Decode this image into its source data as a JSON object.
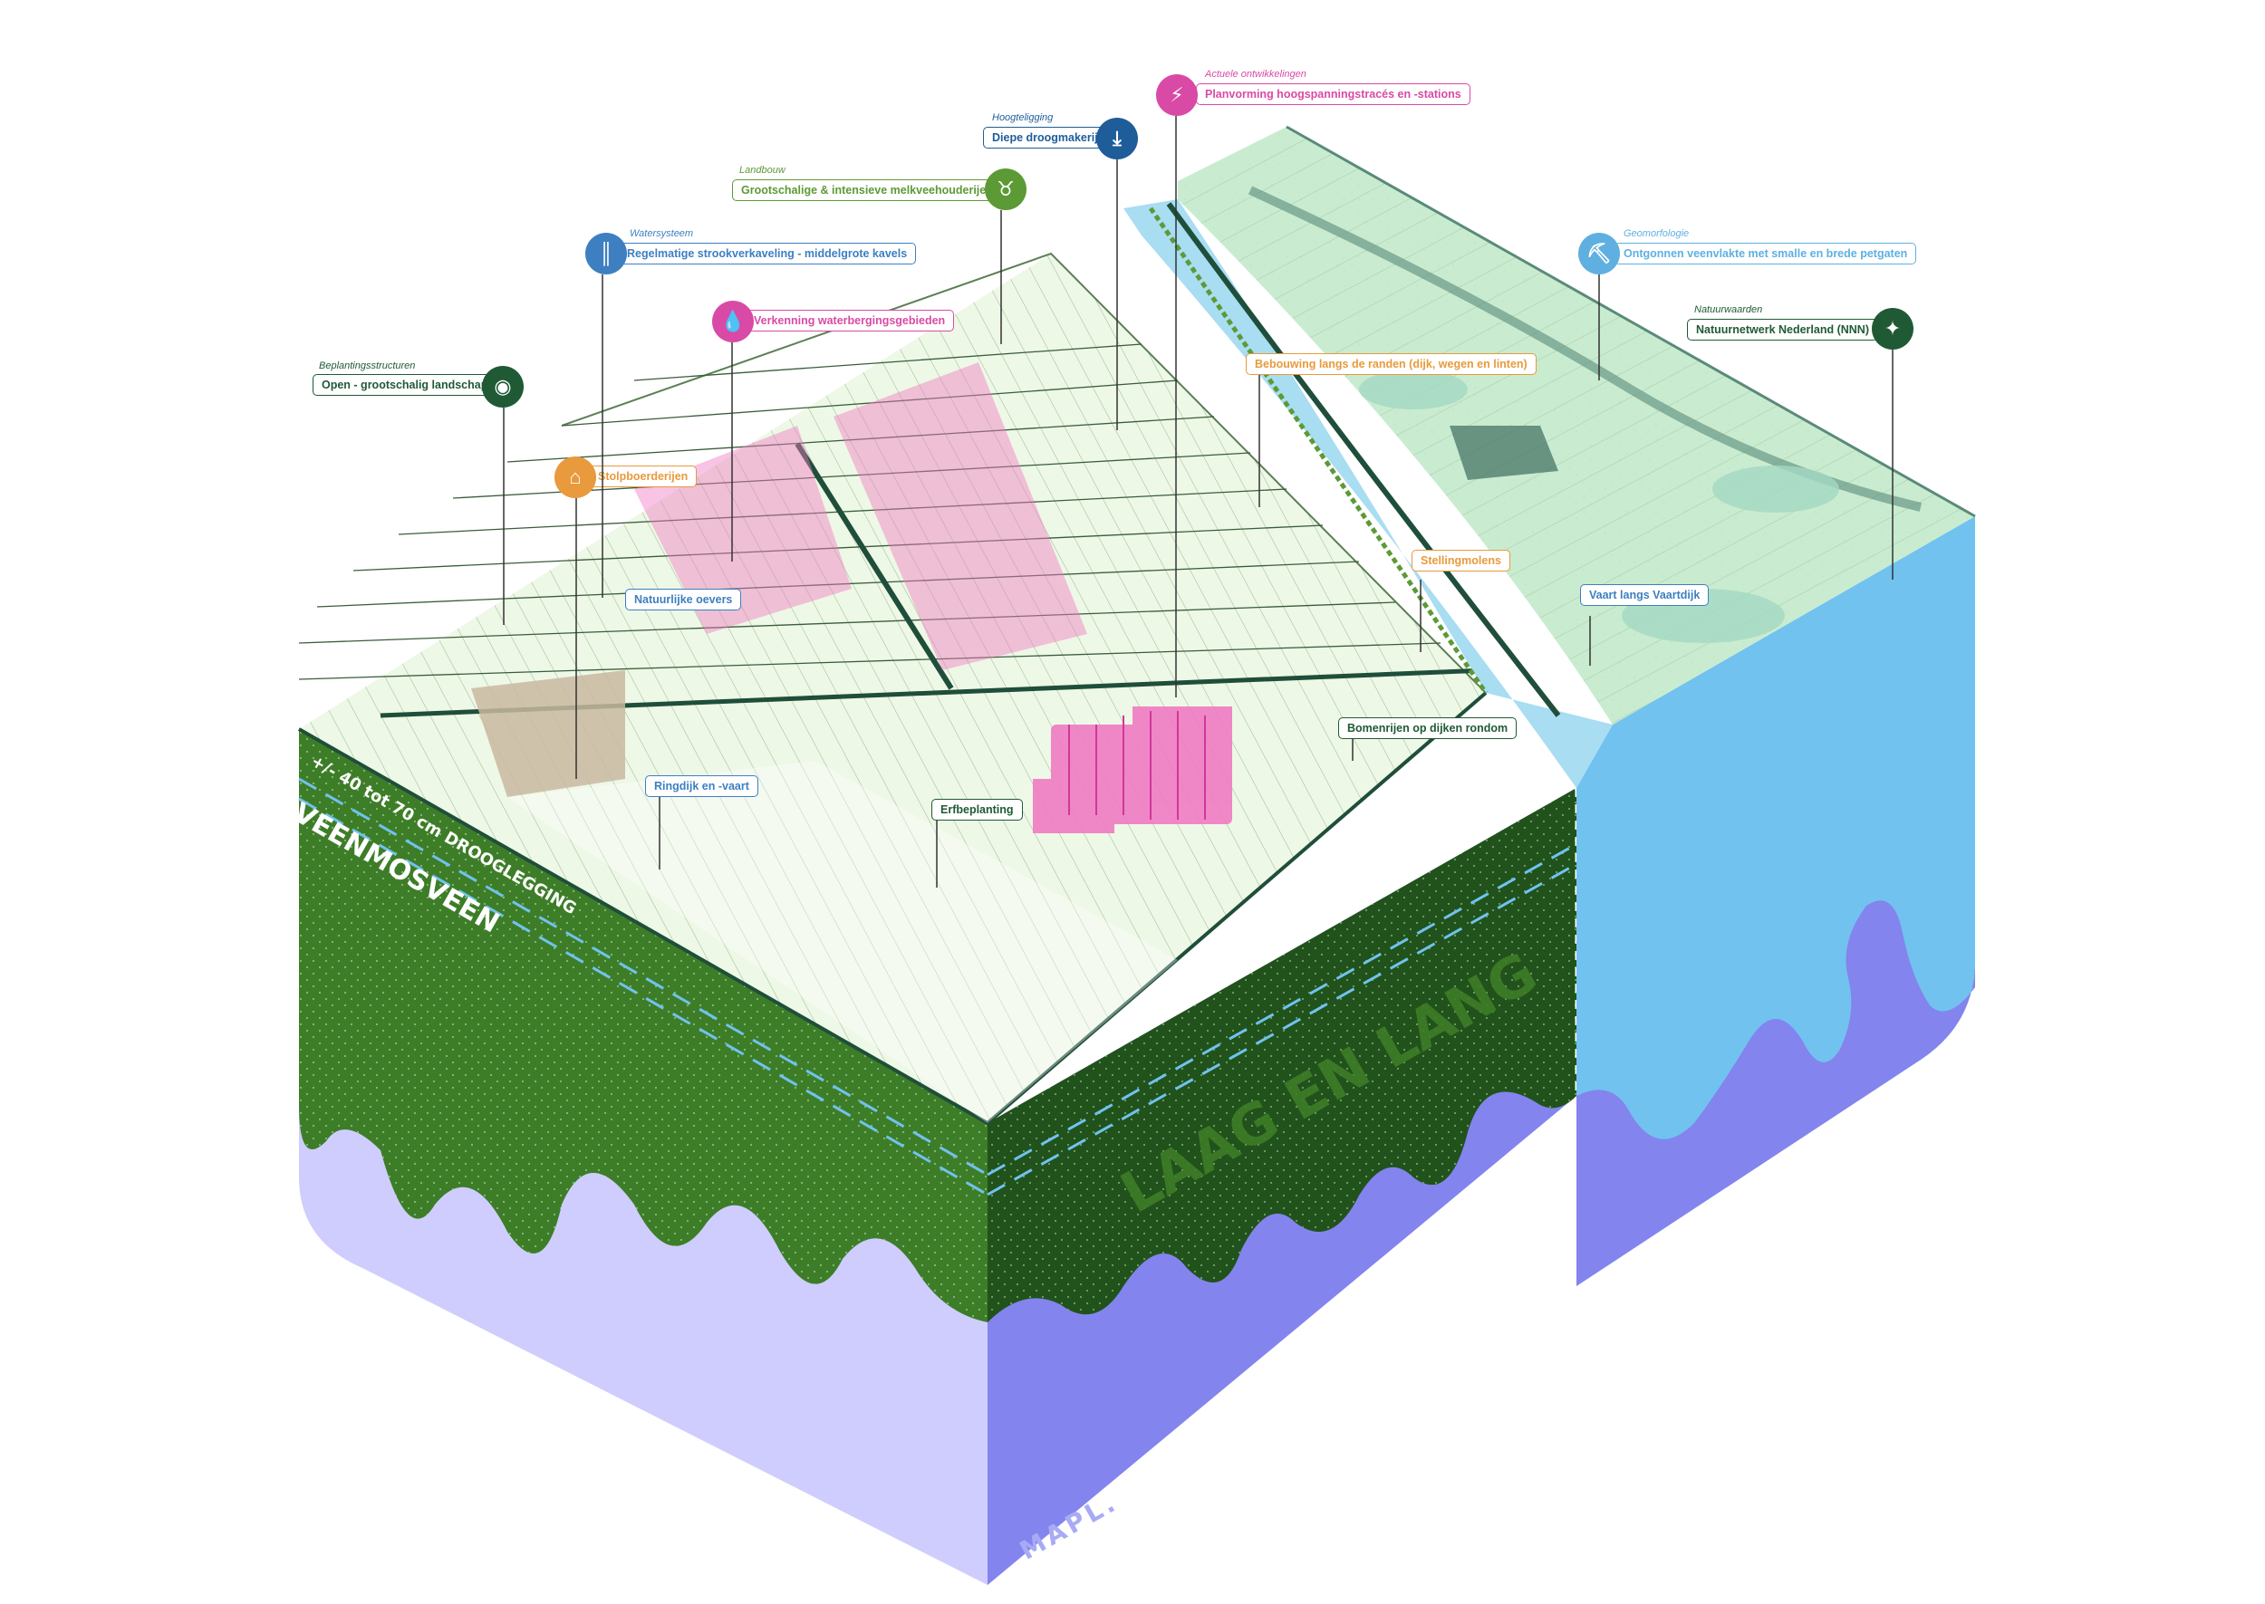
{
  "labels": [
    {
      "id": "beplanting",
      "category": "Beplantingsstructuren",
      "text": "Open - grootschalig landschap",
      "color": "#1f5a35",
      "icon": "eye-icon"
    },
    {
      "id": "watersysteem",
      "category": "Watersysteem",
      "text": "Regelmatige strookverkaveling - middelgrote kavels",
      "color": "#3d7fc1",
      "icon": "strip-parcels-icon"
    },
    {
      "id": "waterberging",
      "category": "",
      "text": "Verkenning waterbergingsgebieden",
      "color": "#d94aa6",
      "icon": "water-drop-icon"
    },
    {
      "id": "landbouw",
      "category": "Landbouw",
      "text": "Grootschalige & intensieve melkveehouderijen",
      "color": "#5c9a35",
      "icon": "cow-icon"
    },
    {
      "id": "hoogteligging",
      "category": "Hoogteligging",
      "text": "Diepe droogmakerij",
      "color": "#1e5d9a",
      "icon": "polder-depth-icon"
    },
    {
      "id": "ontwikkelingen",
      "category": "Actuele ontwikkelingen",
      "text": "Planvorming hoogspanningstracés en -stations",
      "color": "#d94aa6",
      "icon": "lightning-icon"
    },
    {
      "id": "geomorfologie",
      "category": "Geomorfologie",
      "text": "Ontgonnen veenvlakte met smalle en brede petgaten",
      "color": "#5fb0e0",
      "icon": "spade-icon"
    },
    {
      "id": "natuurwaarden",
      "category": "Natuurwaarden",
      "text": "Natuurnetwerk Nederland (NNN)",
      "color": "#1f5a35",
      "icon": "leaf-star-icon"
    },
    {
      "id": "stolp",
      "category": "",
      "text": "Stolpboerderijen",
      "color": "#e89a3c",
      "icon": "farmhouse-icon"
    }
  ],
  "tags": [
    {
      "id": "natuurlijke-oevers",
      "text": "Natuurlijke oevers",
      "color": "#3d7fc1"
    },
    {
      "id": "bebouwing",
      "text": "Bebouwing langs de randen (dijk, wegen en linten)",
      "color": "#e89a3c"
    },
    {
      "id": "stellingmolens",
      "text": "Stellingmolens",
      "color": "#e89a3c"
    },
    {
      "id": "vaart",
      "text": "Vaart langs Vaartdijk",
      "color": "#3d7fc1"
    },
    {
      "id": "bomenrijen",
      "text": "Bomenrijen op dijken rondom",
      "color": "#1f5a35"
    },
    {
      "id": "ringdijk",
      "text": "Ringdijk en -vaart",
      "color": "#3d7fc1"
    },
    {
      "id": "erfbeplanting",
      "text": "Erfbeplanting",
      "color": "#1f5a35"
    }
  ],
  "side_texts": {
    "droog": "+/- 40 tot 70 cm DROOGLEGGING",
    "soil": "VEENMOSVEEN",
    "title": "LAAG EN LANG",
    "logo": "MAPL."
  },
  "colors": {
    "grass": "#e9f6df",
    "meadow": "#c9ecd0",
    "peat": "#3e7d28",
    "peat_dark": "#21521b",
    "lilac": "#cfcdfd",
    "blue_purple": "#8384ee",
    "sky": "#71c2ef",
    "water": "#a8ddf2",
    "pink": "#f07bc3"
  }
}
